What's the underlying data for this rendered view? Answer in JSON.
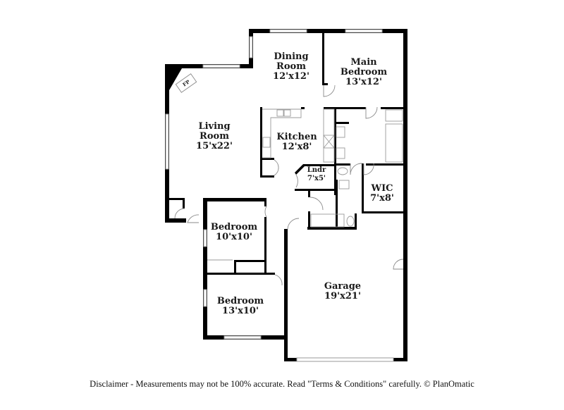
{
  "rooms": [
    {
      "id": "dining-room",
      "name_line1": "Dining",
      "name_line2": "Room",
      "dims": "12'x12'"
    },
    {
      "id": "main-bedroom",
      "name_line1": "Main",
      "name_line2": "Bedroom",
      "dims": "13'x12'"
    },
    {
      "id": "living-room",
      "name_line1": "Living",
      "name_line2": "Room",
      "dims": "15'x22'"
    },
    {
      "id": "kitchen",
      "name_line1": "Kitchen",
      "dims": "12'x8'"
    },
    {
      "id": "laundry",
      "name_line1": "Lndr",
      "dims": "7'x5'"
    },
    {
      "id": "wic",
      "name_line1": "WIC",
      "dims": "7'x8'"
    },
    {
      "id": "bedroom-2",
      "name_line1": "Bedroom",
      "dims": "10'x10'"
    },
    {
      "id": "bedroom-3",
      "name_line1": "Bedroom",
      "dims": "13'x10'"
    },
    {
      "id": "garage",
      "name_line1": "Garage",
      "dims": "19'x21'"
    }
  ],
  "fireplace_label": "FP",
  "disclaimer": "Disclaimer - Measurements may not be 100% accurate. Read \"Terms & Conditions\" carefully. © PlanOmatic",
  "colors": {
    "wall": "#000000",
    "fixture": "#9a9a9a",
    "background": "#ffffff"
  }
}
